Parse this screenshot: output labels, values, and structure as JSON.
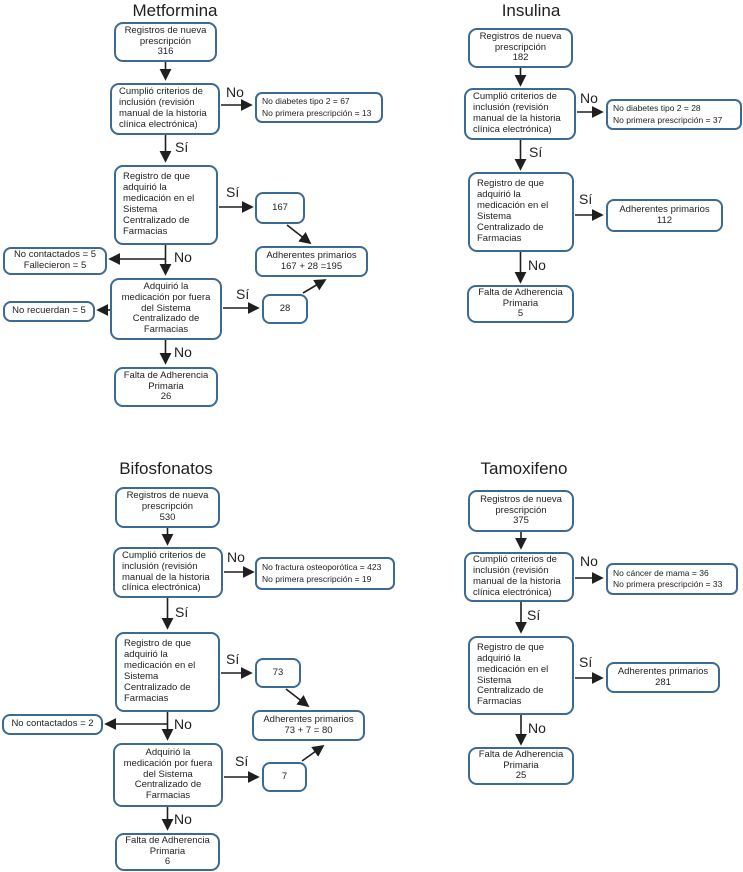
{
  "shared": {
    "yes": "Sí",
    "no": "No",
    "criterios": "Cumplió criterios de\ninclusión (revisión\nmanual de la historia\nclínica electrónica)",
    "registro_sistema": "Registro de que\nadquirió la\nmedicación en el\nSistema\nCentralizado de\nFarmacias",
    "fuera_sistema": "Adquirió la\nmedicación por fuera\ndel Sistema\nCentralizado de\nFarmacias"
  },
  "metformina": {
    "title": "Metformina",
    "registros": "Registros de nueva\nprescripción\n316",
    "excluded": "No diabetes tipo 2 = 67\nNo primera prescripción = 13",
    "sistema_si": "167",
    "no_contactados": "No contactados = 5\nFallecieron = 5",
    "no_recuerdan": "No recuerdan = 5",
    "fuera_si": "28",
    "adherentes": "Adherentes primarios\n167 + 28 =195",
    "falta": "Falta de Adherencia\nPrimaria\n26"
  },
  "insulina": {
    "title": "Insulina",
    "registros": "Registros de nueva\nprescripción\n182",
    "excluded": "No diabetes tipo 2 = 28\nNo primera prescripción = 37",
    "adherentes": "Adherentes primarios\n112",
    "falta": "Falta de Adherencia\nPrimaria\n5"
  },
  "bifosfonatos": {
    "title": "Bifosfonatos",
    "registros": "Registros de nueva\nprescripción\n530",
    "excluded": "No fractura osteoporótica = 423\nNo primera prescripción = 19",
    "sistema_si": "73",
    "no_contactados": "No contactados = 2",
    "fuera_si": "7",
    "adherentes": "Adherentes primarios\n73 + 7 = 80",
    "falta": "Falta de Adherencia\nPrimaria\n6"
  },
  "tamoxifeno": {
    "title": "Tamoxifeno",
    "registros": "Registros de nueva\nprescripción\n375",
    "excluded": "No cáncer de mama = 36\nNo primera prescripción = 33",
    "adherentes": "Adherentes primarios\n281",
    "falta": "Falta de Adherencia\nPrimaria\n25"
  },
  "colors": {
    "box_border": "#3b6a94",
    "text": "#1f1f1f",
    "arrow": "#1f1f1f",
    "background": "#ffffff"
  }
}
